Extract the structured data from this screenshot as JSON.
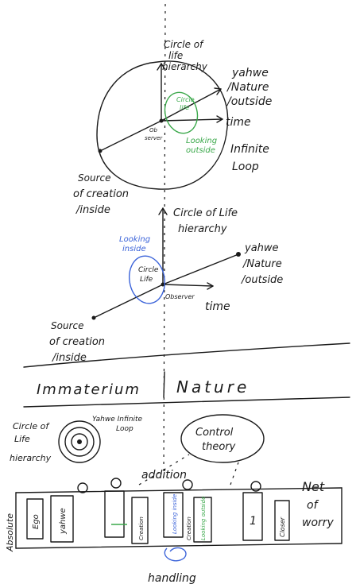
{
  "top": {
    "circle_of_life": [
      "Circle of",
      "life",
      "hierarchy"
    ],
    "yahwe": [
      "yahwe",
      "/Nature",
      "/outside"
    ],
    "time": "time",
    "circle_life_small": [
      "Circle",
      "life"
    ],
    "observer": [
      "Ob",
      "server"
    ],
    "looking_outside": [
      "Looking",
      "outside"
    ],
    "infinite_loop": [
      "Infinite",
      "Loop"
    ],
    "source": [
      "Source",
      "of creation",
      "/inside"
    ]
  },
  "middle": {
    "circle_of_life": [
      "Circle of Life",
      "hierarchy"
    ],
    "looking_inside": [
      "Looking",
      "inside"
    ],
    "circle_life_small": [
      "Circle",
      "Life"
    ],
    "yahwe": [
      "yahwe",
      "/Nature",
      "/outside"
    ],
    "observer": "Observer",
    "time": "time",
    "source": [
      "Source",
      "of creation",
      "/inside"
    ]
  },
  "banner": {
    "left": "Immaterium",
    "right": "Nature"
  },
  "bottom": {
    "circle_of_life": [
      "Circle of",
      "Life",
      "hierarchy"
    ],
    "yahwe_loop": [
      "Yahwe Infinite",
      "Loop"
    ],
    "control_theory": [
      "Control",
      "theory"
    ],
    "addition": "addition",
    "net_of_worry": [
      "Net",
      "of",
      "worry"
    ],
    "absolute": "Absolute",
    "box_labels": [
      "Ego",
      "yahwe",
      "Creation",
      "Looking inside",
      "Looking outside",
      "Creation",
      "1",
      "Closer"
    ],
    "handling": "handling"
  }
}
